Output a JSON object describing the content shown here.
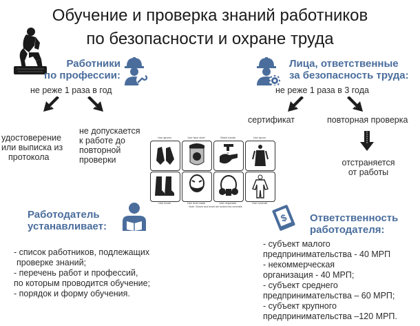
{
  "title_line1": "Обучение и проверка знаний работников",
  "title_line2": "по безопасности и охране труда",
  "workers": {
    "head_line1": "Работники",
    "head_line2": "по профессии:",
    "frequency": "не реже 1 раза в год",
    "left_line1": "удостоверение",
    "left_line2": "или выписка из",
    "left_line3": "протокола",
    "right_line1": "не допускается",
    "right_line2": "к работе до",
    "right_line3": "повторной",
    "right_line4": "проверки"
  },
  "responsible": {
    "head_line1": "Лица, ответственные",
    "head_line2": "за безопасность труда:",
    "frequency": "не реже 1 раза в 3 года",
    "left": "сертификат",
    "right": "повторная проверка",
    "result_line1": "отстраняется",
    "result_line2": "от работы"
  },
  "ppe": {
    "labels": [
      "Use gloves",
      "Use face shiel",
      "Wash hands",
      "Use apron",
      "Use boots",
      "Use dust mask",
      "Use respirator",
      "Use coverall"
    ],
    "note": "Note: Gloves and boots are tucked into coveralls"
  },
  "employer": {
    "head_line1": "Работодатель",
    "head_line2": "устанавливает:",
    "items": [
      "- список работников, подлежащих",
      "  проверке знаний;",
      "- перечень работ и профессий,",
      "по которым проводится обучение;",
      "- порядок и форму обучения."
    ]
  },
  "liability": {
    "head_line1": "Ответственность",
    "head_line2": "работодателя:",
    "items": [
      "- субъект малого",
      "предпринимательства - 40 МРП",
      "- некоммерческая",
      "организация - 40 МРП;",
      "- субъект среднего",
      "предпринимательства – 60 МРП;",
      "- субъект крупного",
      "предпринимательства –120 МРП."
    ]
  },
  "colors": {
    "accent": "#4a6d9c",
    "text": "#2a2a2a",
    "arrow": "#1e1e1e"
  }
}
